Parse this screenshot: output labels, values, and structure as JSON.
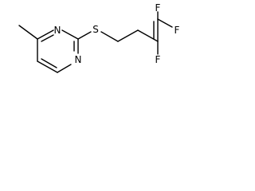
{
  "molecule": {
    "atoms": {
      "n_top": "N",
      "n_bottom": "N",
      "s": "S",
      "f1": "F",
      "f2": "F",
      "f3": "F"
    },
    "colors": {
      "bond": "#000000",
      "label": "#000000",
      "background": "#ffffff"
    }
  }
}
